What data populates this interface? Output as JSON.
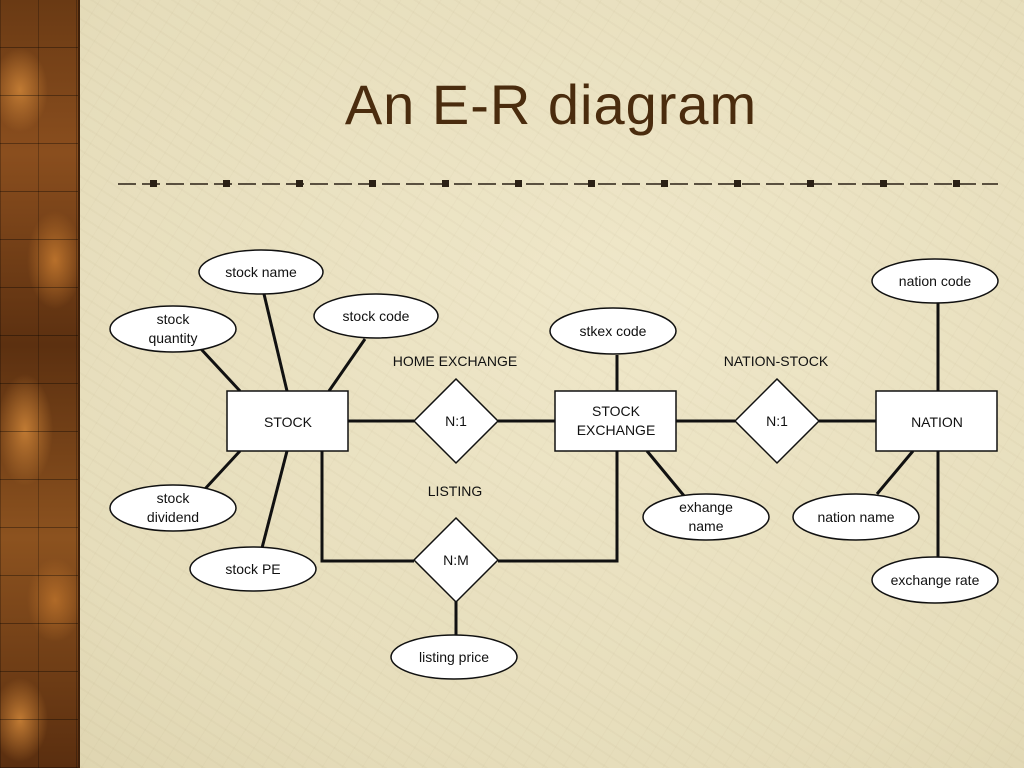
{
  "title": "An E-R diagram",
  "entities": [
    {
      "id": "stock",
      "lines": [
        "STOCK"
      ]
    },
    {
      "id": "stock_exchange",
      "lines": [
        "STOCK",
        "EXCHANGE"
      ]
    },
    {
      "id": "nation",
      "lines": [
        "NATION"
      ]
    }
  ],
  "relationships": [
    {
      "id": "home_exchange",
      "name": "HOME EXCHANGE",
      "cardinality": "N:1"
    },
    {
      "id": "nation_stock",
      "name": "NATION-STOCK",
      "cardinality": "N:1"
    },
    {
      "id": "listing",
      "name": "LISTING",
      "cardinality": "N:M"
    }
  ],
  "attributes": [
    {
      "id": "stock_name",
      "lines": [
        "stock name"
      ]
    },
    {
      "id": "stock_quantity",
      "lines": [
        "stock",
        "quantity"
      ]
    },
    {
      "id": "stock_code",
      "lines": [
        "stock code"
      ]
    },
    {
      "id": "stock_dividend",
      "lines": [
        "stock",
        "dividend"
      ]
    },
    {
      "id": "stock_pe",
      "lines": [
        "stock PE"
      ]
    },
    {
      "id": "stkex_code",
      "lines": [
        "stkex code"
      ]
    },
    {
      "id": "exhange_name",
      "lines": [
        "exhange",
        "name"
      ]
    },
    {
      "id": "listing_price",
      "lines": [
        "listing price"
      ]
    },
    {
      "id": "nation_code",
      "lines": [
        "nation code"
      ]
    },
    {
      "id": "nation_name",
      "lines": [
        "nation name"
      ]
    },
    {
      "id": "exchange_rate",
      "lines": [
        "exchange rate"
      ]
    }
  ],
  "colors": {
    "title": "#4a2c0e",
    "line": "#111111",
    "shape_fill": "#ffffff",
    "background": "#e9e1c2",
    "wood": "#7a4519"
  }
}
